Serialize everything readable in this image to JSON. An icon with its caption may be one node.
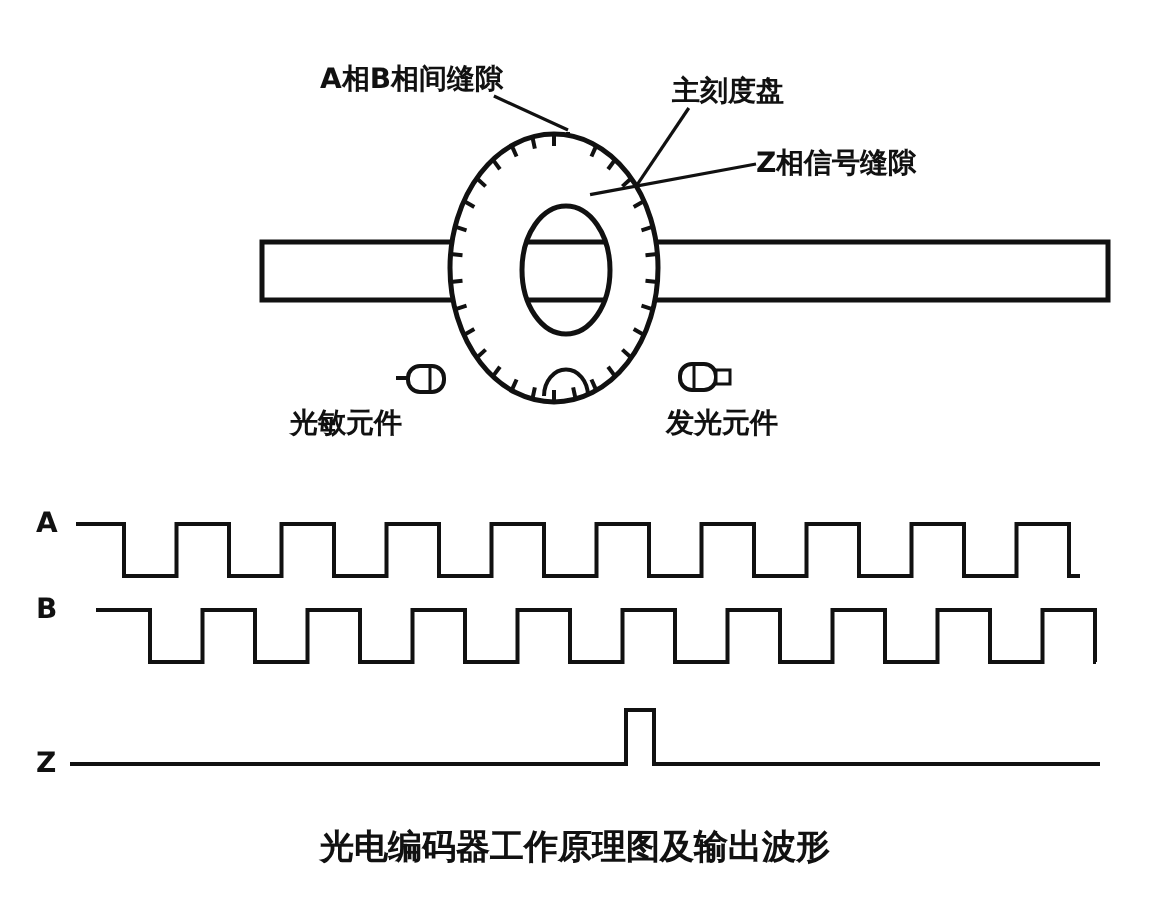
{
  "diagram": {
    "caption": "光电编码器工作原理图及输出波形",
    "nodes": [
      {
        "text": [
          "A相B相间缝隙"
        ]
      },
      {
        "text": [
          "主刻度盘"
        ]
      },
      {
        "text": [
          "Z相信号缝隙"
        ]
      },
      {
        "text": [],
        "shape": "box"
      },
      {
        "text": [],
        "shape": "circle"
      },
      {
        "text": [],
        "shape": "bar"
      }
    ],
    "edges": [
      {
        "from": 0,
        "to": 3,
        "arrow": "none"
      },
      {
        "from": 1,
        "to": 4,
        "arrow": "none"
      },
      {
        "from": 2,
        "to": 4,
        "arrow": "none"
      }
    ],
    "labels": [
      "光敏元件",
      "发光元件",
      "A",
      "B",
      "Z"
    ]
  }
}
